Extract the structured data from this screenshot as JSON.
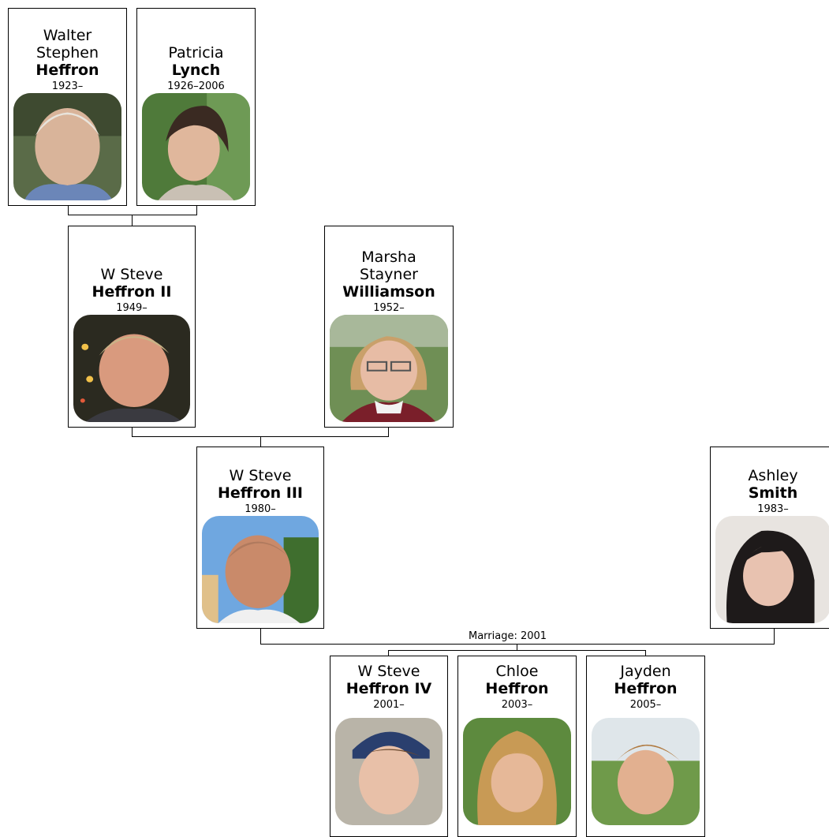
{
  "people": {
    "walter": {
      "given": "Walter\nStephen",
      "surname": "Heffron",
      "years": "1923–"
    },
    "patricia": {
      "given": "Patricia",
      "surname": "Lynch",
      "years": "1926–2006"
    },
    "steve2": {
      "given": "W Steve",
      "surname": "Heffron II",
      "years": "1949–"
    },
    "marsha": {
      "given": "Marsha\nStayner",
      "surname": "Williamson",
      "years": "1952–"
    },
    "steve3": {
      "given": "W Steve",
      "surname": "Heffron III",
      "years": "1980–"
    },
    "ashley": {
      "given": "Ashley",
      "surname": "Smith",
      "years": "1983–"
    },
    "steve4": {
      "given": "W Steve",
      "surname": "Heffron IV",
      "years": "2001–"
    },
    "chloe": {
      "given": "Chloe",
      "surname": "Heffron",
      "years": "2003–"
    },
    "jayden": {
      "given": "Jayden",
      "surname": "Heffron",
      "years": "2005–"
    }
  },
  "marriage_label": "Marriage: 2001"
}
